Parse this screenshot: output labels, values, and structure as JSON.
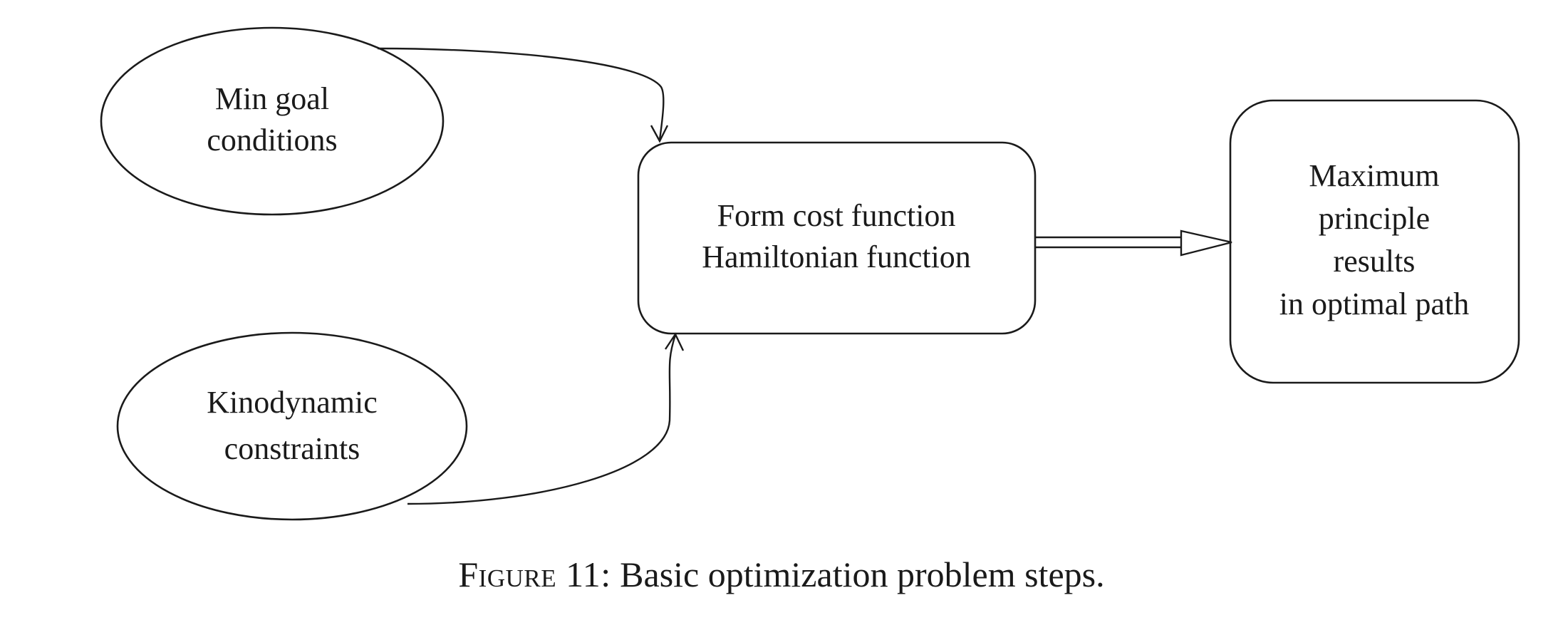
{
  "nodes": {
    "min_goal": {
      "shape": "ellipse",
      "lines": [
        "Min goal",
        "conditions"
      ]
    },
    "kinodynamic": {
      "shape": "ellipse",
      "lines": [
        "Kinodynamic",
        "constraints"
      ]
    },
    "cost_function": {
      "shape": "rounded-rectangle",
      "lines": [
        "Form cost function",
        "Hamiltonian function"
      ]
    },
    "maximum_principle": {
      "shape": "rounded-rectangle",
      "lines": [
        "Maximum",
        "principle",
        "results",
        "in optimal path"
      ]
    }
  },
  "edges": [
    {
      "from": "min_goal",
      "to": "cost_function",
      "style": "curved-arrow"
    },
    {
      "from": "kinodynamic",
      "to": "cost_function",
      "style": "curved-arrow"
    },
    {
      "from": "cost_function",
      "to": "maximum_principle",
      "style": "double-line-hollow-arrow"
    }
  ],
  "caption": {
    "label": "Figure 11:",
    "text": " Basic optimization problem steps."
  },
  "colors": {
    "stroke": "#1a1a1a",
    "fill": "#ffffff",
    "background": "#ffffff"
  }
}
